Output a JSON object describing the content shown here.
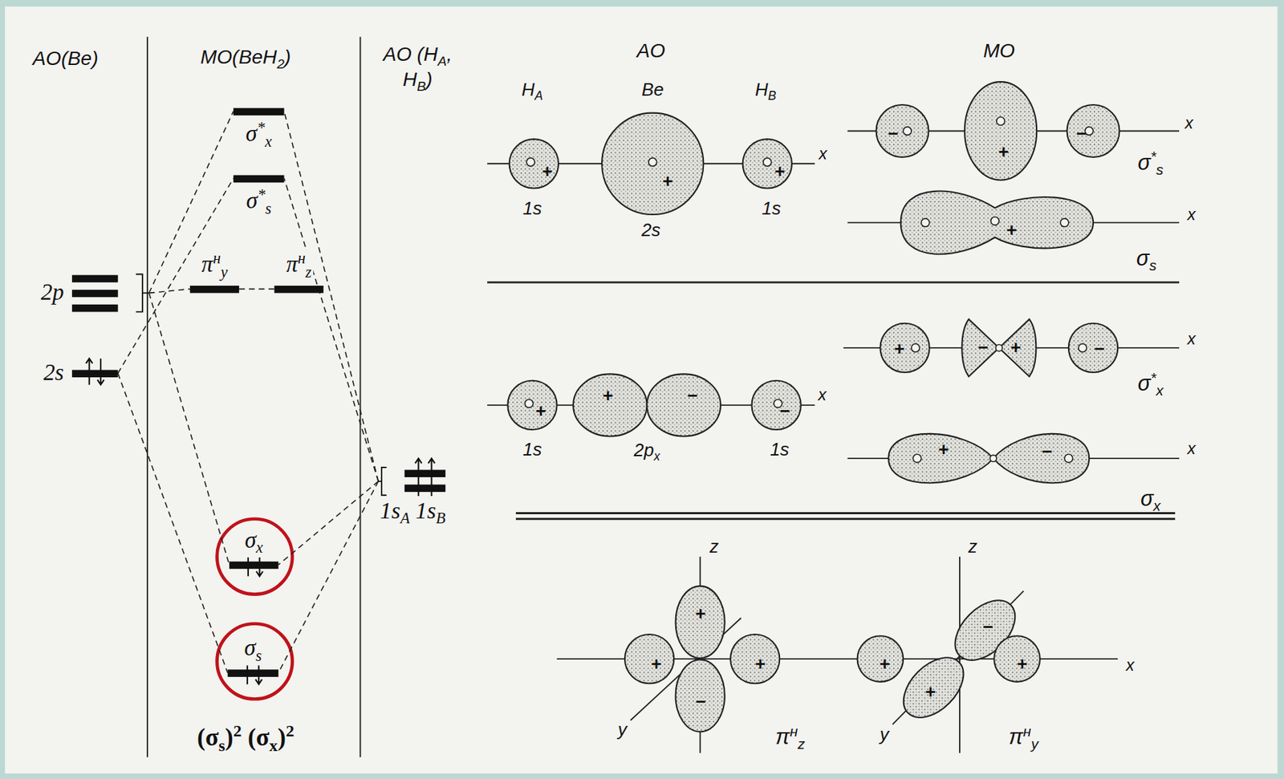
{
  "diagram": {
    "nodes": [
      {
        "text": [
          "σ*x"
        ]
      },
      {
        "text": [
          "σ*s"
        ]
      },
      {
        "text": [
          "2p"
        ]
      },
      {
        "text": [
          "πнy"
        ]
      },
      {
        "text": [
          "πнz"
        ]
      },
      {
        "text": [
          "2s"
        ]
      },
      {
        "text": [
          "1sA 1sB"
        ]
      },
      {
        "text": [
          "σx"
        ]
      },
      {
        "text": [
          "σs"
        ]
      }
    ],
    "edges": [
      {
        "from": 5,
        "to": 1,
        "arrow": "none"
      },
      {
        "from": 5,
        "to": 8,
        "arrow": "none"
      },
      {
        "from": 2,
        "to": 0,
        "arrow": "none"
      },
      {
        "from": 2,
        "to": 7,
        "arrow": "none"
      },
      {
        "from": 6,
        "to": 0,
        "arrow": "none"
      },
      {
        "from": 6,
        "to": 1,
        "arrow": "none"
      },
      {
        "from": 6,
        "to": 7,
        "arrow": "none"
      },
      {
        "from": 6,
        "to": 8,
        "arrow": "none"
      },
      {
        "from": 2,
        "to": 3,
        "arrow": "none"
      },
      {
        "from": 3,
        "to": 4,
        "arrow": "none"
      }
    ],
    "labels": [
      "AO(Be)",
      "MO(BeH2)",
      "AO (HA, HB)",
      "AO",
      "MO",
      "HA",
      "Be",
      "HB",
      "x",
      "+",
      "+",
      "+",
      "1s",
      "2s",
      "1s",
      "−",
      "+",
      "−",
      "σ*s",
      "x",
      "+",
      "σs",
      "x",
      "+",
      "−",
      "+",
      "−",
      "σ*x",
      "x",
      "+",
      "+",
      "−",
      "−",
      "1s",
      "2px",
      "1s",
      "x",
      "+",
      "−",
      "σx",
      "x",
      "z",
      "+",
      "+",
      "−",
      "+",
      "y",
      "πнz",
      "z",
      "−",
      "+",
      "+",
      "+",
      "y",
      "πнy",
      "x",
      "(σs)2 (σx)2"
    ]
  }
}
